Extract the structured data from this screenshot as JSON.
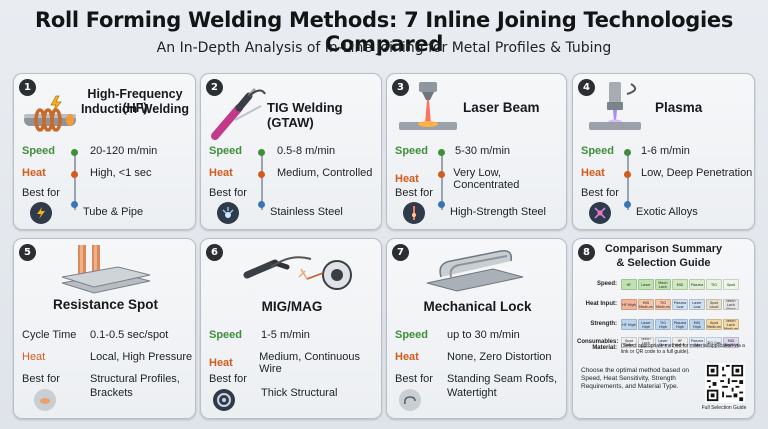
{
  "header": {
    "title": "Roll Forming Welding Methods: 7 Inline Joining Technologies Compared",
    "subtitle": "An In-Depth Analysis of In-Line Joining for Metal Profiles & Tubing"
  },
  "colors": {
    "speed": "#3f8f3a",
    "heat": "#d25b1e",
    "badge": "#2b2e33"
  },
  "cards": [
    {
      "num": "1",
      "title_line1": "High-Frequency (HF)",
      "title_line2": "Induction Welding",
      "k1": "Speed",
      "v1": "20-120 m/min",
      "k2": "Heat",
      "v2": "High, <1 sec",
      "k3": "Best for",
      "v3": "Tube & Pipe",
      "icon": "induction-coil-icon"
    },
    {
      "num": "2",
      "title": "TIG Welding (GTAW)",
      "k1": "Speed",
      "v1": "0.5-8 m/min",
      "k2": "Heat",
      "v2": "Medium, Controlled",
      "k3": "Best for",
      "v3": "Stainless Steel",
      "icon": "tig-torch-icon"
    },
    {
      "num": "3",
      "title": "Laser Beam",
      "k1": "Speed",
      "v1": "5-30 m/min",
      "k2": "Heat",
      "v2": "Very Low, Concentrated",
      "k3": "Best for",
      "v3": "High-Strength Steel",
      "icon": "laser-beam-icon"
    },
    {
      "num": "4",
      "title": "Plasma",
      "k1": "Speed",
      "v1": "1-6 m/min",
      "k2": "Heat",
      "v2": "Low, Deep Penetration",
      "k3": "Best for",
      "v3": "Exotic Alloys",
      "icon": "plasma-torch-icon"
    },
    {
      "num": "5",
      "title": "Resistance Spot",
      "k1": "Cycle Time",
      "v1": "0.1-0.5 sec/spot",
      "k2": "Heat",
      "v2": "Local, High Pressure",
      "k3": "Best for",
      "v3_line1": "Structural Profiles,",
      "v3_line2": "Brackets",
      "icon": "spot-welder-icon"
    },
    {
      "num": "6",
      "title": "MIG/MAG",
      "k1": "Speed",
      "v1": "1-5 m/min",
      "k2": "Heat",
      "v2": "Medium, Continuous Wire",
      "k3": "Best for",
      "v3": "Thick Structural",
      "icon": "mig-gun-icon"
    },
    {
      "num": "7",
      "title": "Mechanical Lock",
      "k1": "Speed",
      "v1": "up to 30 m/min",
      "k2": "Heat",
      "v2": "None, Zero Distortion",
      "k3": "Best for",
      "v3_line1": "Standing Seam Roofs,",
      "v3_line2": "Watertight",
      "icon": "seam-lock-icon"
    }
  ],
  "summary": {
    "num": "8",
    "title_line1": "Comparison Summary",
    "title_line2": "& Selection Guide",
    "rows": [
      {
        "label": "Speed:",
        "cells": [
          "HF",
          "Laser",
          "Mech Lock",
          "MIG",
          "Plasma",
          "TIG",
          "Spot"
        ],
        "colors": [
          "#bfe3b0",
          "#bfe3b0",
          "#bfe3b0",
          "#cfe8c0",
          "#dbeecf",
          "#e6f2dc",
          "#eef6e8"
        ]
      },
      {
        "label": "Heat Input:",
        "cells": [
          "HF High",
          "MIG Medium",
          "TIG Medium",
          "Plasma Low",
          "Laser Low",
          "Spot Local",
          "Mech Lock None"
        ],
        "colors": [
          "#f4b49a",
          "#f7c6a8",
          "#f7c6a8",
          "#cfe1f3",
          "#cfe1f3",
          "#e9e0cc",
          "#e6e6e6"
        ]
      },
      {
        "label": "Strength:",
        "cells": [
          "HF High",
          "Laser High",
          "TIG High",
          "Plasma High",
          "MIG High",
          "Spot Medium",
          "Mech Lock Medium"
        ],
        "colors": [
          "#bcd4ee",
          "#bcd4ee",
          "#bcd4ee",
          "#bcd4ee",
          "#bcd4ee",
          "#f4d9a6",
          "#f4d9a6"
        ]
      },
      {
        "label": "Consumables:",
        "cells": [
          "Spot None",
          "Mech Lock None",
          "Laser Gas",
          "HF None",
          "Plasma Gas",
          "TIG Gas",
          "MIG Gas/Wire"
        ],
        "colors": [
          "#eeeeee",
          "#eeeeee",
          "#e3ecf6",
          "#eeeeee",
          "#e3ecf6",
          "#e3ecf6",
          "#dcd6ee"
        ]
      }
    ],
    "material_label": "Material:",
    "material_note": "(Select appropriate method for material/application via a link or QR code to a full guide).",
    "guide_text": "Choose the optimal method based on Speed, Heat Sensitivity, Strength Requirements, and Material Type.",
    "qr_caption": "Full Selection Guide"
  }
}
